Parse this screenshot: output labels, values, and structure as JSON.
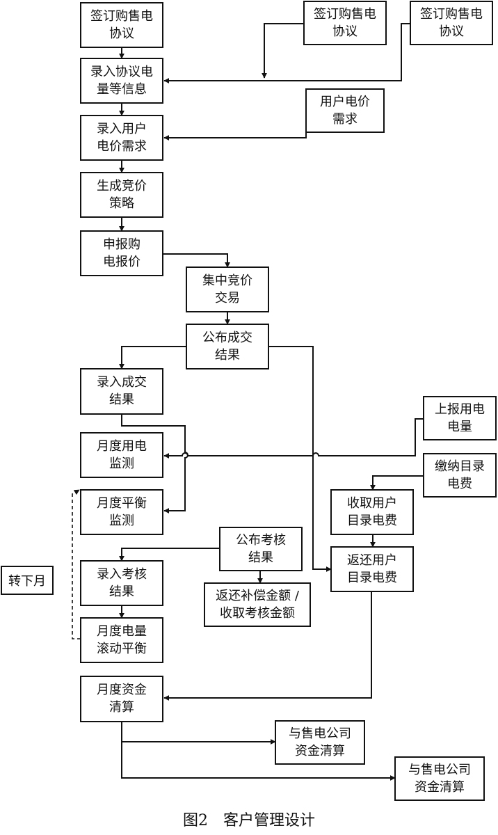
{
  "nodes": {
    "sign_main": [
      "签订购售电",
      "协议"
    ],
    "sign_b": [
      "签订购售电",
      "协议"
    ],
    "sign_c": [
      "签订购售电",
      "协议"
    ],
    "enter_agreement": [
      "录入协议电",
      "量等信息"
    ],
    "user_price_demand": [
      "用户电价",
      "需求"
    ],
    "enter_price_demand": [
      "录入用户",
      "电价需求"
    ],
    "gen_strategy": [
      "生成竞价",
      "策略"
    ],
    "declare_price": [
      "申报购",
      "电报价"
    ],
    "central_trade": [
      "集中竞价",
      "交易"
    ],
    "publish_result": [
      "公布成交",
      "结果"
    ],
    "enter_result": [
      "录入成交",
      "结果"
    ],
    "report_usage": [
      "上报用电",
      "电量"
    ],
    "monthly_monitor": [
      "月度用电",
      "监测"
    ],
    "pay_fee": [
      "缴纳目录",
      "电费"
    ],
    "collect_fee": [
      "收取用户",
      "目录电费"
    ],
    "balance_monitor": [
      "月度平衡",
      "监测"
    ],
    "publish_assess": [
      "公布考核",
      "结果"
    ],
    "return_fee": [
      "返还用户",
      "目录电费"
    ],
    "next_month": [
      "转下月"
    ],
    "enter_assess": [
      "录入考核",
      "结果"
    ],
    "compensate": [
      "返还补偿金额 /",
      "收取考核金额"
    ],
    "rolling_balance": [
      "月度电量",
      "滚动平衡"
    ],
    "fund_clear": [
      "月度资金",
      "清算"
    ],
    "settle_a": [
      "与售电公司",
      "资金清算"
    ],
    "settle_b": [
      "与售电公司",
      "资金清算"
    ]
  },
  "caption": "图2　客户管理设计"
}
